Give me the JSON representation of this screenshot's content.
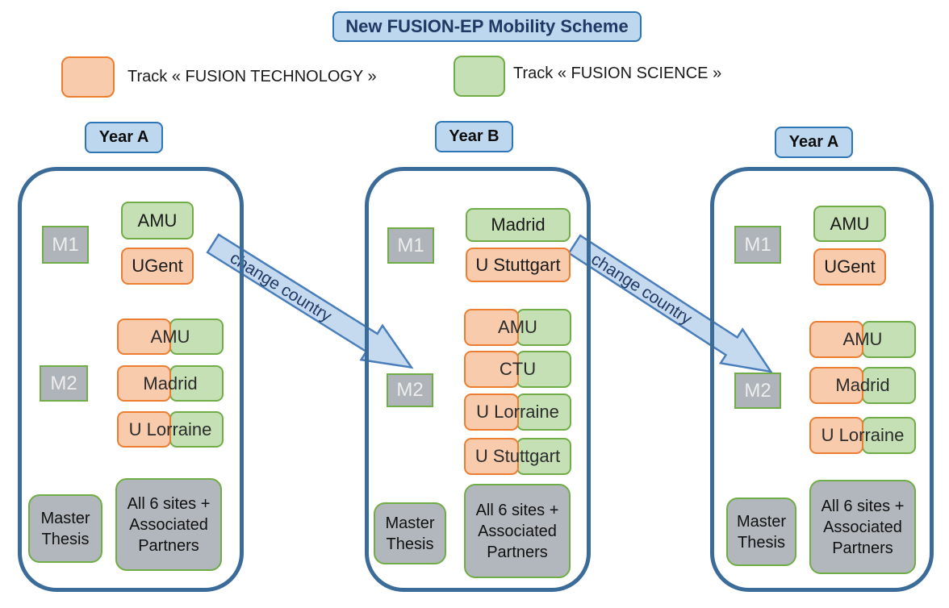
{
  "title": "New FUSION-EP Mobility Scheme",
  "legend": {
    "technology": {
      "label": "Track « FUSION TECHNOLOGY »",
      "fill": "#F8CBAD",
      "border": "#ED7D31"
    },
    "science": {
      "label": "Track « FUSION SCIENCE »",
      "fill": "#C5E0B4",
      "border": "#70AD47"
    }
  },
  "arrows": [
    {
      "label": "change country"
    },
    {
      "label": "change country"
    }
  ],
  "colors": {
    "panel_border": "#3A6B99",
    "label_fill": "#BDD7EE",
    "label_border": "#2E75B6",
    "arrow_fill": "#C5DAEF",
    "arrow_border": "#4A7EBB",
    "gray_fill": "#AEB4BA"
  },
  "panels": [
    {
      "year": "Year A",
      "m1": {
        "label": "M1",
        "boxes": [
          {
            "text": "AMU",
            "track": "science"
          },
          {
            "text": "UGent",
            "track": "technology"
          }
        ]
      },
      "m2": {
        "label": "M2",
        "boxes": [
          {
            "text": "AMU",
            "track": "both"
          },
          {
            "text": "Madrid",
            "track": "both"
          },
          {
            "text": "U Lorraine",
            "track": "both"
          }
        ]
      },
      "master_thesis": "Master Thesis",
      "all_sites": "All 6 sites + Associated Partners"
    },
    {
      "year": "Year B",
      "m1": {
        "label": "M1",
        "boxes": [
          {
            "text": "Madrid",
            "track": "science"
          },
          {
            "text": "U Stuttgart",
            "track": "technology"
          }
        ]
      },
      "m2": {
        "label": "M2",
        "boxes": [
          {
            "text": "AMU",
            "track": "both"
          },
          {
            "text": "CTU",
            "track": "both"
          },
          {
            "text": "U Lorraine",
            "track": "both"
          },
          {
            "text": "U Stuttgart",
            "track": "both"
          }
        ]
      },
      "master_thesis": "Master Thesis",
      "all_sites": "All 6 sites + Associated Partners"
    },
    {
      "year": "Year A",
      "m1": {
        "label": "M1",
        "boxes": [
          {
            "text": "AMU",
            "track": "science"
          },
          {
            "text": "UGent",
            "track": "technology"
          }
        ]
      },
      "m2": {
        "label": "M2",
        "boxes": [
          {
            "text": "AMU",
            "track": "both"
          },
          {
            "text": "Madrid",
            "track": "both"
          },
          {
            "text": "U Lorraine",
            "track": "both"
          }
        ]
      },
      "master_thesis": "Master Thesis",
      "all_sites": "All 6 sites + Associated Partners"
    }
  ]
}
